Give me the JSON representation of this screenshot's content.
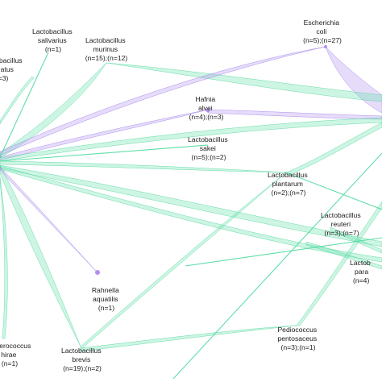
{
  "nodes": [
    {
      "id": "lsalivarius",
      "lines": [
        "Lactobacillus",
        "salivarius",
        "(n=1)"
      ]
    },
    {
      "id": "lmurinus",
      "lines": [
        "Lactobacillus",
        "murinus",
        "(n=15);(n=12)"
      ]
    },
    {
      "id": "ecoli",
      "lines": [
        "Escherichia",
        "coli",
        "(n=5);(n=27)"
      ]
    },
    {
      "id": "hafnia",
      "lines": [
        "Hafnia",
        "alvei",
        "(n=4);(n=3)"
      ]
    },
    {
      "id": "lsakei",
      "lines": [
        "Lactobacillus",
        "sakei",
        "(n=5);(n=2)"
      ]
    },
    {
      "id": "lplantarum",
      "lines": [
        "Lactobacillus",
        "plantarum",
        "(n=2);(n=7)"
      ]
    },
    {
      "id": "lreuteri",
      "lines": [
        "Lactobacillus",
        "reuteri",
        "(n=3);(n=7)"
      ]
    },
    {
      "id": "lpara",
      "lines": [
        "Lactob",
        "para",
        "(n=4)"
      ]
    },
    {
      "id": "rahnella",
      "lines": [
        "Rahnella",
        "aquatilis",
        "(n=1)"
      ]
    },
    {
      "id": "pediococcus",
      "lines": [
        "Pediococcus",
        "pentosaceus",
        "(n=3);(n=1)"
      ]
    },
    {
      "id": "lbrevis",
      "lines": [
        "Lactobacillus",
        "brevis",
        "(n=19);(n=2)"
      ]
    },
    {
      "id": "enterococcus",
      "lines": [
        "erococcus",
        "hirae",
        "(n=1)"
      ]
    },
    {
      "id": "lcrispatus",
      "lines": [
        "obacillus",
        "atus",
        "=3)"
      ]
    }
  ],
  "colors": {
    "green_edge": "#6fe3b0",
    "purple_edge": "#b89cf0",
    "node": "#b48ff0"
  }
}
